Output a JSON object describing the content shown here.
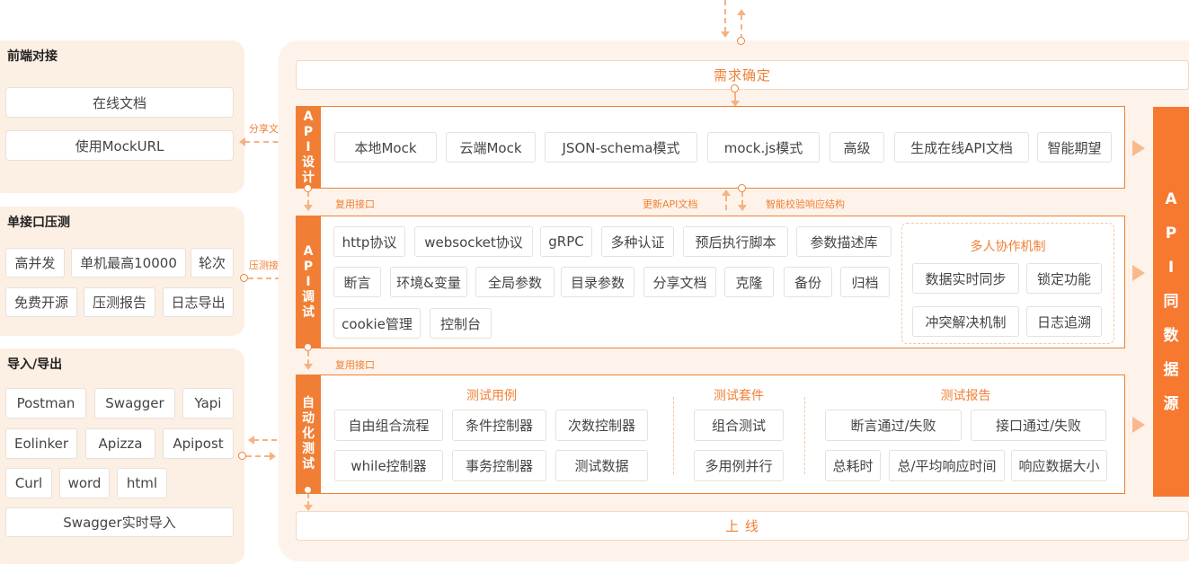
{
  "colors": {
    "accent": "#f07f35",
    "panel_bg": "#fcefe3",
    "main_bg": "#fdf3ea"
  },
  "left": {
    "frontend": {
      "title": "前端对接",
      "items": [
        "在线文档",
        "使用MockURL"
      ]
    },
    "pressure": {
      "title": "单接口压测",
      "items": [
        "高并发",
        "单机最高10000",
        "轮次",
        "免费开源",
        "压测报告",
        "日志导出"
      ]
    },
    "importexport": {
      "title": "导入/导出",
      "items": [
        "Postman",
        "Swagger",
        "Yapi",
        "Eolinker",
        "Apizza",
        "Apipost",
        "Curl",
        "word",
        "html",
        "Swagger实时导入"
      ]
    }
  },
  "connectors": {
    "share_doc": "分享文档",
    "pressure_api": "压测接口"
  },
  "stages": {
    "requirement": "需求确定",
    "release": "上 线"
  },
  "annotations": {
    "reuse_api_1": "复用接口",
    "update_api_doc": "更新API文档",
    "smart_validate": "智能校验响应结构",
    "reuse_api_2": "复用接口"
  },
  "design": {
    "tab": [
      "A",
      "P",
      "I",
      "设",
      "计"
    ],
    "items": [
      "本地Mock",
      "云端Mock",
      "JSON-schema模式",
      "mock.js模式",
      "高级",
      "生成在线API文档",
      "智能期望"
    ]
  },
  "debug": {
    "tab": [
      "A",
      "P",
      "I",
      "调",
      "试"
    ],
    "row1": [
      "http协议",
      "websocket协议",
      "gRPC",
      "多种认证",
      "预后执行脚本",
      "参数描述库"
    ],
    "row2": [
      "断言",
      "环境&变量",
      "全局参数",
      "目录参数",
      "分享文档",
      "克隆",
      "备份",
      "归档"
    ],
    "row3": [
      "cookie管理",
      "控制台"
    ],
    "collab": {
      "title": "多人协作机制",
      "items": [
        "数据实时同步",
        "锁定功能",
        "冲突解决机制",
        "日志追溯"
      ]
    }
  },
  "auto": {
    "tab": [
      "自",
      "动",
      "化",
      "测",
      "试"
    ],
    "cases": {
      "title": "测试用例",
      "items": [
        "自由组合流程",
        "条件控制器",
        "次数控制器",
        "while控制器",
        "事务控制器",
        "测试数据"
      ]
    },
    "suites": {
      "title": "测试套件",
      "items": [
        "组合测试",
        "多用例并行"
      ]
    },
    "report": {
      "title": "测试报告",
      "items": [
        "断言通过/失败",
        "接口通过/失败",
        "总耗时",
        "总/平均响应时间",
        "响应数据大小"
      ]
    }
  },
  "datasource": [
    "A",
    "P",
    "I",
    "同",
    "数",
    "据",
    "源"
  ]
}
